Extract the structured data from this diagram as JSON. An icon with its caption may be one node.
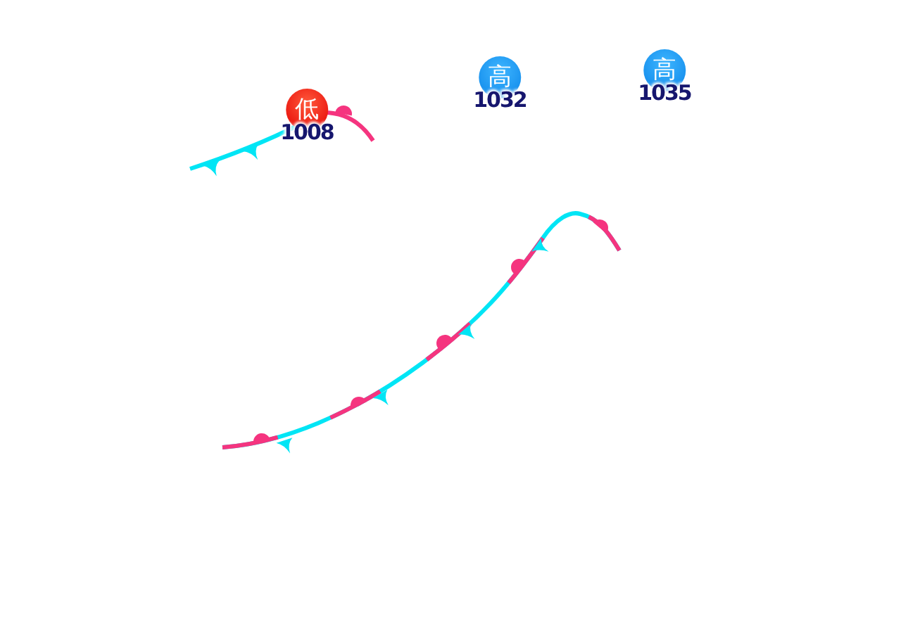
{
  "diagram": {
    "nodes": [
      {
        "text": [
          "低"
        ],
        "beside": [
          "1008"
        ]
      },
      {
        "text": [
          "高"
        ],
        "beside": [
          "1032"
        ]
      },
      {
        "text": [
          "高"
        ],
        "beside": [
          "1035"
        ]
      }
    ]
  }
}
